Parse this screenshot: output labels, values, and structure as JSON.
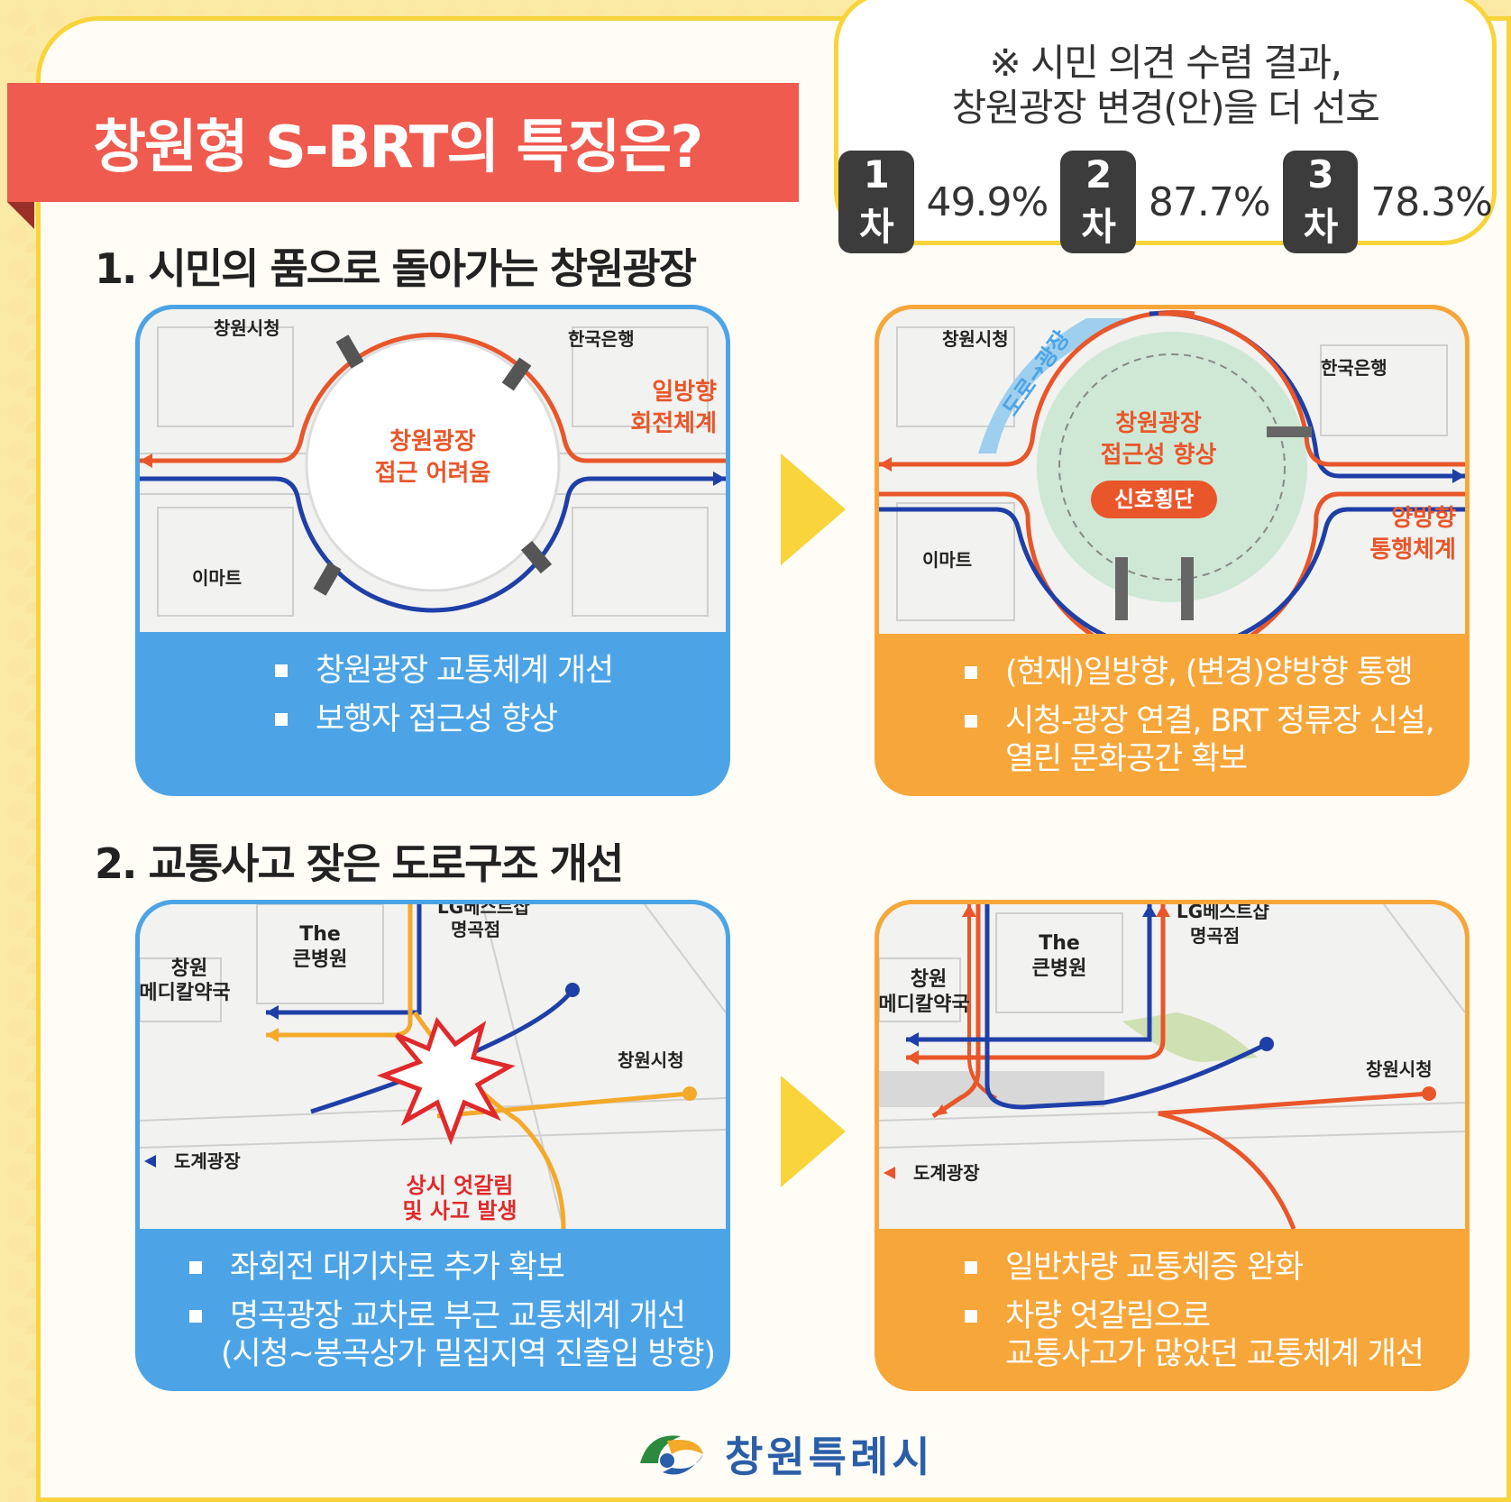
{
  "title": "창원형 S-BRT의 특징은?",
  "survey": {
    "line1": "※ 시민 의견 수렴 결과,",
    "line2": "창원광장 변경(안)을 더 선호",
    "results": [
      {
        "label": "1차",
        "value": "49.9%"
      },
      {
        "label": "2차",
        "value": "87.7%"
      },
      {
        "label": "3차",
        "value": "78.3%"
      }
    ]
  },
  "sections": [
    {
      "heading": "1. 시민의 품으로 돌아가는 창원광장",
      "before": {
        "labels": {
          "cityhall": "창원시청",
          "bank": "한국은행",
          "emart": "이마트",
          "center1": "창원광장",
          "center2": "접근 어려움",
          "side1": "일방향",
          "side2": "회전체계"
        },
        "bullets": [
          "창원광장 교통체계 개선",
          "보행자 접근성 향상"
        ]
      },
      "after": {
        "labels": {
          "cityhall": "창원시청",
          "bank": "한국은행",
          "emart": "이마트",
          "road": "도로→광장",
          "center1": "창원광장",
          "center2": "접근성 향상",
          "signal": "신호횡단",
          "side1": "양방향",
          "side2": "통행체계"
        },
        "bullets": [
          "(현재)일방향, (변경)양방향 통행",
          "시청-광장 연결, BRT 정류장 신설,",
          "열린 문화공간 확보"
        ]
      }
    },
    {
      "heading": "2. 교통사고 잦은 도로구조 개선",
      "before": {
        "labels": {
          "lg1": "LG베스트샵",
          "lg2": "명곡점",
          "hosp1": "The",
          "hosp2": "큰병원",
          "pharm1": "창원",
          "pharm2": "메디칼약국",
          "cityhall": "창원시청",
          "dogye": "도계광장",
          "warn1": "상시 엇갈림",
          "warn2": "및 사고 발생"
        },
        "bullets": [
          "좌회전 대기차로 추가 확보",
          "명곡광장 교차로 부근 교통체계 개선",
          "(시청~봉곡상가 밀집지역 진출입 방향)"
        ]
      },
      "after": {
        "labels": {
          "lg1": "LG베스트샵",
          "lg2": "명곡점",
          "hosp1": "The",
          "hosp2": "큰병원",
          "pharm1": "창원",
          "pharm2": "메디칼약국",
          "cityhall": "창원시청",
          "dogye": "도계광장"
        },
        "bullets": [
          "일반차량 교통체증 완화",
          "차량 엇갈림으로",
          "교통사고가 많았던 교통체계 개선"
        ]
      }
    }
  ],
  "logo": {
    "name": "창원특례시"
  },
  "colors": {
    "red": "#ef5b4e",
    "blue": "#4ca4e6",
    "orange": "#f7a63a",
    "yellow": "#f8d43a",
    "route_blue": "#1f3fa8",
    "route_orange": "#e8562a"
  }
}
